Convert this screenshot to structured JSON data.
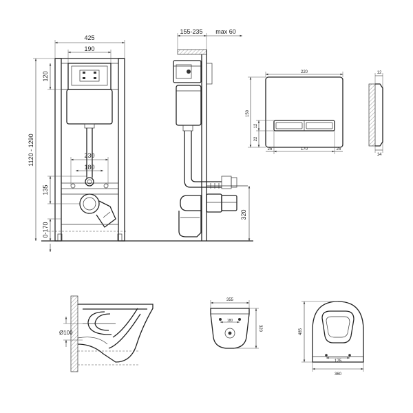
{
  "front_view": {
    "width_total": "425",
    "width_plate": "190",
    "height_range": "1120 - 1290",
    "top_offset": "120",
    "width_bolts": "230",
    "width_pipes": "180",
    "inlet_height": "135",
    "foot_range": "0-170"
  },
  "side_view": {
    "depth_range": "155-235",
    "max_depth": "max 60",
    "outlet_height": "320"
  },
  "flush_plate": {
    "width": "220",
    "height": "150",
    "button_height": "12",
    "button_offset": "22",
    "margin_left": "25",
    "button_width": "170",
    "margin_right": "25",
    "thickness": "12",
    "frame_depth": "14"
  },
  "toilet_section": {
    "outlet_diameter": "Ø100"
  },
  "toilet_top_view": {
    "width": "355",
    "bolt_spacing": "180",
    "length": "320"
  },
  "bowl_plan": {
    "length": "485",
    "seat_holes": "175",
    "width": "360"
  }
}
